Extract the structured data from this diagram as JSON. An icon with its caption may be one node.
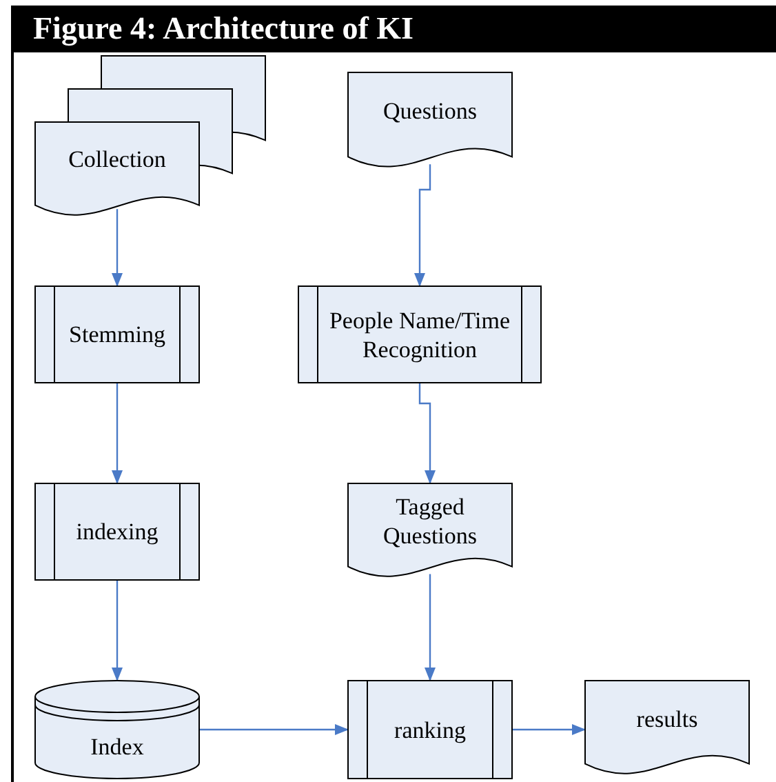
{
  "diagram": {
    "title": "Figure 4: Architecture of KI",
    "nodes": [
      {
        "text": [
          "Collection"
        ]
      },
      {
        "text": [
          "Questions"
        ]
      },
      {
        "text": [
          "Stemming"
        ]
      },
      {
        "text": [
          "People Name/Time Recognition"
        ]
      },
      {
        "text": [
          "indexing"
        ]
      },
      {
        "text": [
          "Tagged Questions"
        ]
      },
      {
        "text": [
          "Index"
        ]
      },
      {
        "text": [
          "ranking"
        ]
      },
      {
        "text": [
          "results"
        ]
      }
    ],
    "edges": [
      {
        "from": 0,
        "to": 2,
        "arrow": "to"
      },
      {
        "from": 1,
        "to": 3,
        "arrow": "to"
      },
      {
        "from": 2,
        "to": 4,
        "arrow": "to"
      },
      {
        "from": 3,
        "to": 5,
        "arrow": "to"
      },
      {
        "from": 4,
        "to": 6,
        "arrow": "to"
      },
      {
        "from": 5,
        "to": 7,
        "arrow": "to"
      },
      {
        "from": 6,
        "to": 7,
        "arrow": "to"
      },
      {
        "from": 7,
        "to": 8,
        "arrow": "to"
      }
    ]
  }
}
